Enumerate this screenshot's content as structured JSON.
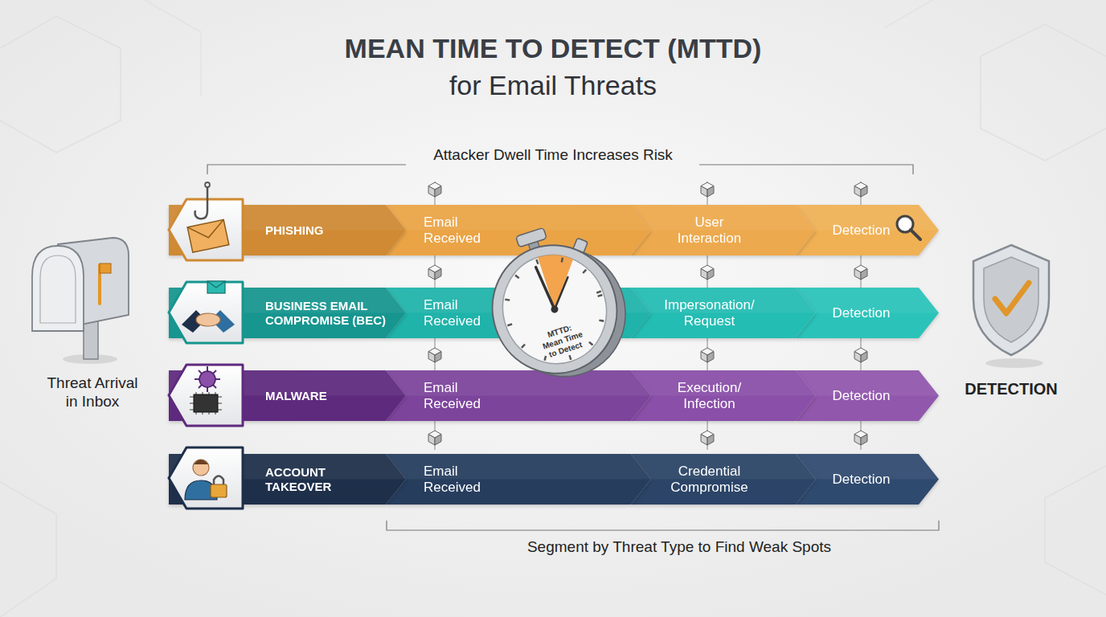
{
  "diagram": {
    "title": "MEAN TIME TO DETECT (MTTD)",
    "nodes": [
      {
        "text": [
          "PHISHING"
        ]
      },
      {
        "text": [
          "Email Received"
        ]
      },
      {
        "text": [
          "User Interaction"
        ]
      },
      {
        "text": [
          "Detection"
        ]
      },
      {
        "text": [
          "BUSINESS EMAIL COMPROMISE (BEC)"
        ]
      },
      {
        "text": [
          "Email Received"
        ]
      },
      {
        "text": [
          "Impersonation/ Request"
        ]
      },
      {
        "text": [
          "Detection"
        ]
      },
      {
        "text": [
          "MALWARE"
        ]
      },
      {
        "text": [
          "Email Received"
        ]
      },
      {
        "text": [
          "Execution/ Infection"
        ]
      },
      {
        "text": [
          "Detection"
        ]
      },
      {
        "text": [
          "ACCOUNT TAKEOVER"
        ]
      },
      {
        "text": [
          "Email Received"
        ]
      },
      {
        "text": [
          "Credential Compromise"
        ]
      },
      {
        "text": [
          "Detection"
        ]
      }
    ],
    "labels": [
      "for Email Threats",
      "Attacker Dwell Time Increases Risk",
      "Threat Arrival in Inbox",
      "MTTD: Mean Time to Detect",
      "DETECTION",
      "Segment by Threat Type to Find Weak Spots"
    ]
  }
}
